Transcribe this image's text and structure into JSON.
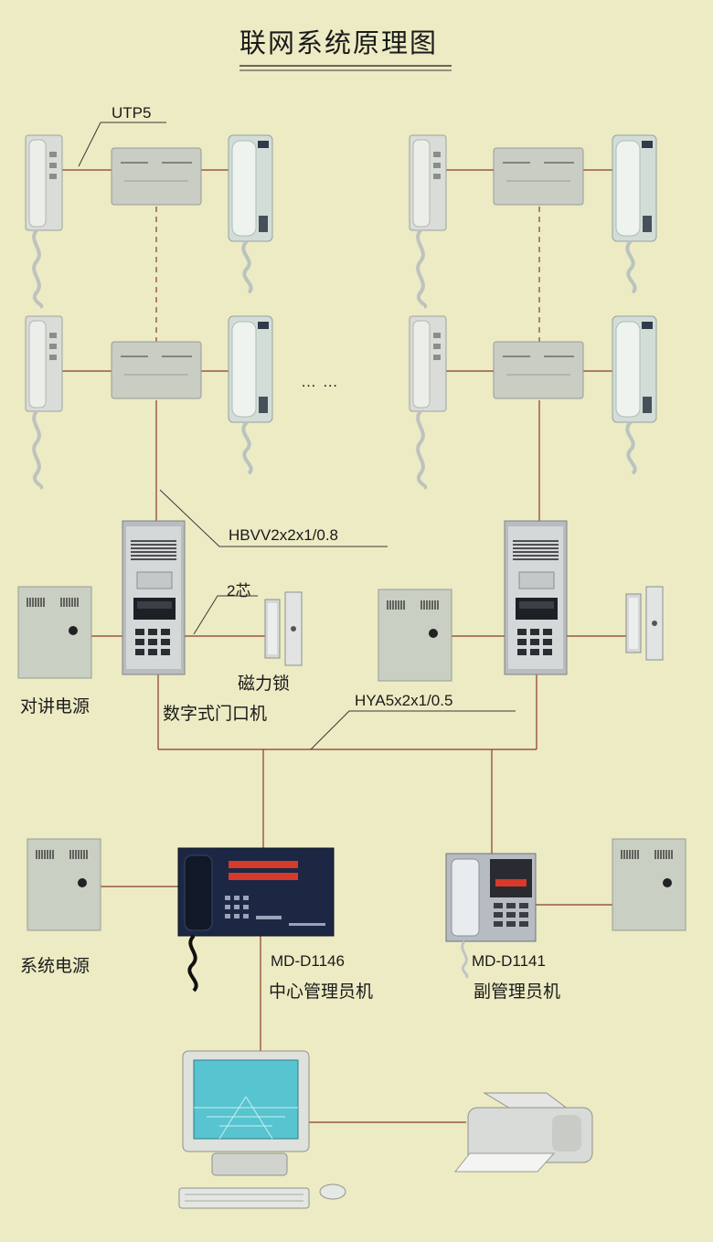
{
  "title": "联网系统原理图",
  "cable_labels": {
    "utp": "UTP5",
    "video_cable": "HBVV2x2x1/0.8",
    "lock_cable": "2芯",
    "bus_cable": "HYA5x2x1/0.5"
  },
  "device_labels": {
    "intercom_power": "对讲电源",
    "mag_lock": "磁力锁",
    "door_station": "数字式门口机",
    "system_power": "系统电源",
    "center_model": "MD-D1146",
    "center_name": "中心管理员机",
    "sub_model": "MD-D1141",
    "sub_name": "副管理员机"
  },
  "ellipsis": "… …",
  "colors": {
    "background": "#ecebc4",
    "wire": "#8a3a2a",
    "device_gray": "#c9cbbf",
    "panel_blue": "#1c2744",
    "led_red": "#d63a2a",
    "screen_cyan": "#57c4cf"
  }
}
